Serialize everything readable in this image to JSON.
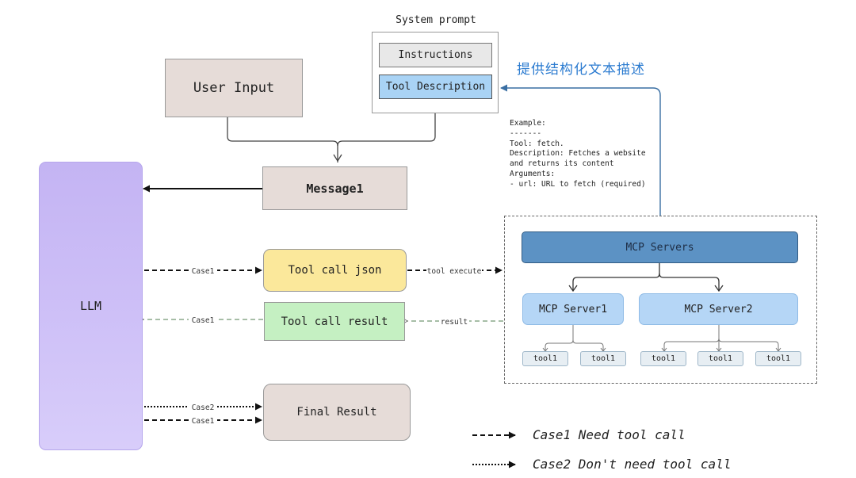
{
  "system_prompt": {
    "title": "System prompt",
    "instructions": "Instructions",
    "tool_description": "Tool Description"
  },
  "annotation": "提供结构化文本描述",
  "example": {
    "lines": [
      "Example:",
      "-------",
      "Tool: fetch.",
      "Description: Fetches a website",
      "and returns its content",
      "Arguments:",
      "- url: URL to fetch (required)"
    ]
  },
  "nodes": {
    "user_input": "User Input",
    "message1": "Message1",
    "llm": "LLM",
    "tool_call_json": "Tool call json",
    "tool_call_result": "Tool call result",
    "final_result": "Final Result"
  },
  "mcp": {
    "servers": "MCP Servers",
    "server1": "MCP Server1",
    "server2": "MCP Server2",
    "tools": [
      "tool1",
      "tool1",
      "tool1",
      "tool1",
      "tool1"
    ]
  },
  "edge_labels": {
    "case1_to_json": "Case1",
    "tool_execute": "tool execute",
    "result": "result",
    "case1_from_result": "Case1",
    "case2_final": "Case2",
    "case1_final": "Case1"
  },
  "legend": {
    "case1": "Case1 Need tool call",
    "case2": "Case2 Don't need tool call"
  },
  "colors": {
    "llm": "#c9bbf5",
    "tool_call_json": "#fbe89b",
    "tool_call_result": "#c5f0c2",
    "tool_description": "#a9d3f5",
    "mcp_servers": "#5c92c4",
    "mcp_server": "#b5d6f6",
    "annotation": "#2b7bd0",
    "node_beige": "#e6dcd8"
  }
}
